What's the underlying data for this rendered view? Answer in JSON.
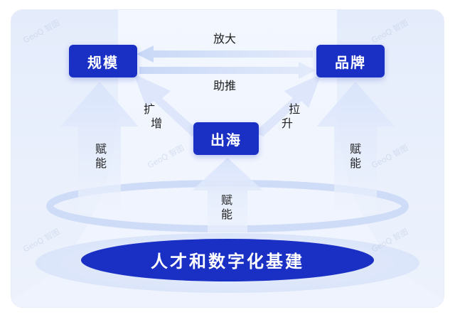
{
  "nodes": {
    "scale": "规模",
    "brand": "品牌",
    "overseas": "出海"
  },
  "edges": {
    "amplify": "放大",
    "boost": "助推",
    "expand": "扩\n  增",
    "pull_up": "  拉\n升",
    "empower_left": "赋\n能",
    "empower_right": "赋\n能",
    "empower_center": "赋\n能"
  },
  "foundation": "人才和数字化基建",
  "colors": {
    "box": "#1a2fc4",
    "arrow": "#dfe8fb",
    "text": "#1f1f1f"
  },
  "watermark": "GeoQ 智图"
}
